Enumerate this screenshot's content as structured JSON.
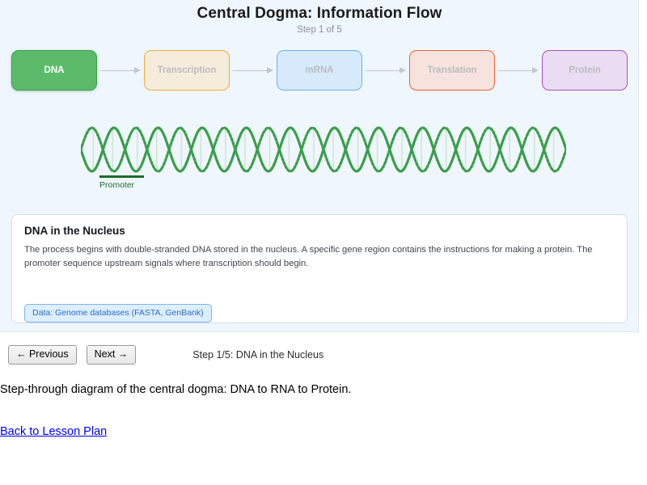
{
  "diagram": {
    "title": "Central Dogma: Information Flow",
    "subtitle": "Step 1 of 5",
    "panel_bg": "#eff6fd",
    "flow_steps": [
      {
        "label": "DNA",
        "state": "active",
        "fill": "#5cbb6a",
        "border": "#3f9e4f",
        "text": "#ffffff"
      },
      {
        "label": "Transcription",
        "state": "inactive",
        "fill": "#f6ecdc",
        "border": "#efab3f",
        "text": "#b9bcc1"
      },
      {
        "label": "mRNA",
        "state": "inactive",
        "fill": "#d7eafb",
        "border": "#64b4ea",
        "text": "#b9bcc1"
      },
      {
        "label": "Translation",
        "state": "inactive",
        "fill": "#f7e3de",
        "border": "#e8633c",
        "text": "#b9bcc1"
      },
      {
        "label": "Protein",
        "state": "inactive",
        "fill": "#eadcf3",
        "border": "#a950c0",
        "text": "#b9bcc1"
      }
    ],
    "arrow_color": "#c3c7cc",
    "helix": {
      "strand_color": "#3a9e4a",
      "rung_color": "#cfe7d2",
      "periods": 11,
      "promoter_label": "Promoter",
      "promoter_color": "#1c6b2b"
    }
  },
  "info_card": {
    "title": "DNA in the Nucleus",
    "body": "The process begins with double-stranded DNA stored in the nucleus. A specific gene region contains the instructions for making a protein. The promoter sequence upstream signals where transcription should begin.",
    "data_badge": "Data: Genome databases (FASTA, GenBank)"
  },
  "nav": {
    "previous_label": "← Previous",
    "next_label": "Next →",
    "status": "Step 1/5: DNA in the Nucleus"
  },
  "footer": {
    "caption": "Step-through diagram of the central dogma: DNA to RNA to Protein.",
    "back_link": "Back to Lesson Plan"
  }
}
